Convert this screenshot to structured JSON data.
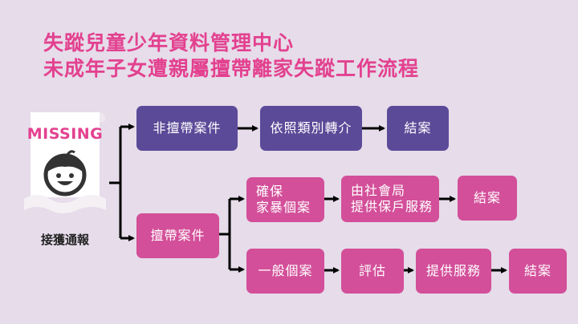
{
  "title": {
    "line1": "失蹤兒童少年資料管理中心",
    "line2": "未成年子女遭親屬擅帶離家失蹤工作流程"
  },
  "poster": {
    "missing": "MISSING",
    "caption": "接獲通報",
    "icon": "missing-child-face-icon"
  },
  "flow": {
    "non_abduction": {
      "case": "非擅帶案件",
      "referral": "依照類別轉介",
      "close": "結案"
    },
    "abduction": {
      "case": "擅帶案件"
    },
    "domestic_violence": {
      "case": "確保\n家暴個案",
      "service": "由社會局\n提供保戶服務",
      "close": "結案"
    },
    "general": {
      "case": "一般個案",
      "assess": "評估",
      "service": "提供服務",
      "close": "結案"
    }
  },
  "colors": {
    "title": "#e3418f",
    "purple_box": "#5b4a98",
    "pink_box": "#d34f99",
    "background": "#e6dcea",
    "lines": "#000000"
  }
}
